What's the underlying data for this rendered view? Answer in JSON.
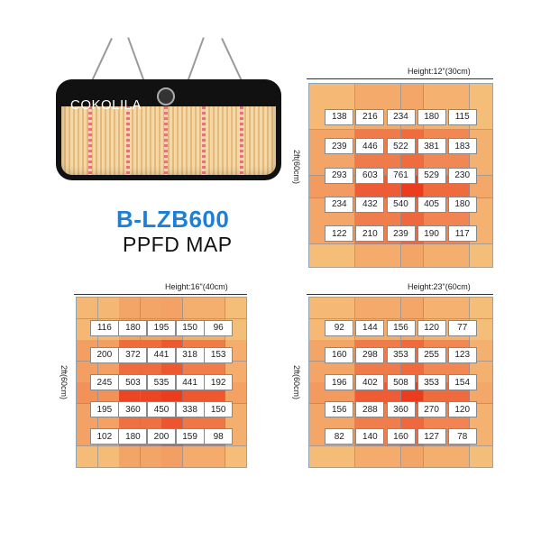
{
  "lamp": {
    "brand": "COKOLILA"
  },
  "product": {
    "model": "B-LZB600",
    "subtitle": "PPFD MAP"
  },
  "maps": [
    {
      "height_label": "Height:12\"(30cm)",
      "side_label": "2ft(60cm)",
      "rows": [
        [
          "138",
          "216",
          "234",
          "180",
          "115"
        ],
        [
          "239",
          "446",
          "522",
          "381",
          "183"
        ],
        [
          "293",
          "603",
          "761",
          "529",
          "230"
        ],
        [
          "234",
          "432",
          "540",
          "405",
          "180"
        ],
        [
          "122",
          "210",
          "239",
          "190",
          "117"
        ]
      ]
    },
    {
      "height_label": "Height:16\"(40cm)",
      "side_label": "2ft(60cm)",
      "rows": [
        [
          "116",
          "180",
          "195",
          "150",
          "96"
        ],
        [
          "200",
          "372",
          "441",
          "318",
          "153"
        ],
        [
          "245",
          "503",
          "535",
          "441",
          "192"
        ],
        [
          "195",
          "360",
          "450",
          "338",
          "150"
        ],
        [
          "102",
          "180",
          "200",
          "159",
          "98"
        ]
      ]
    },
    {
      "height_label": "Height:23\"(60cm)",
      "side_label": "2ft(60cm)",
      "rows": [
        [
          "92",
          "144",
          "156",
          "120",
          "77"
        ],
        [
          "160",
          "298",
          "353",
          "255",
          "123"
        ],
        [
          "196",
          "402",
          "508",
          "353",
          "154"
        ],
        [
          "156",
          "288",
          "360",
          "270",
          "120"
        ],
        [
          "82",
          "140",
          "160",
          "127",
          "78"
        ]
      ]
    }
  ]
}
